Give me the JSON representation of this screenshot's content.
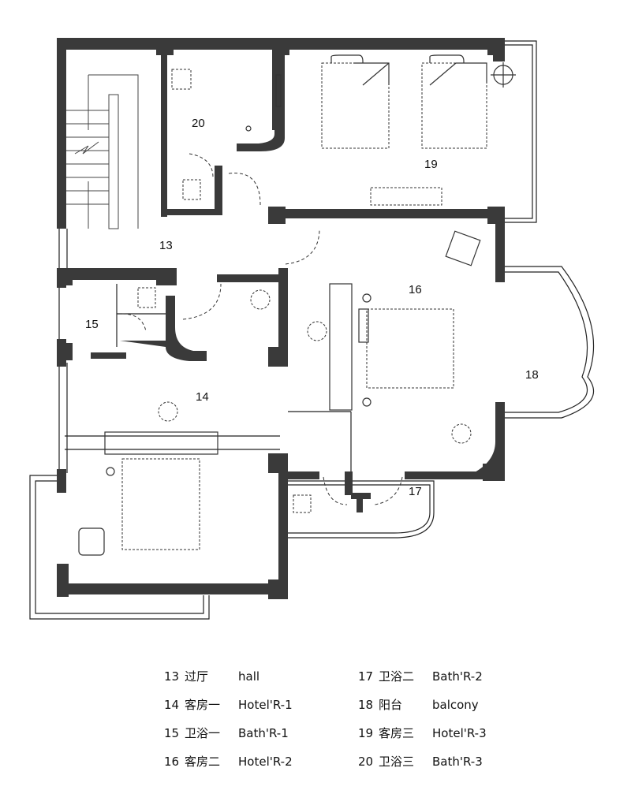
{
  "rooms": [
    {
      "id": "13",
      "zh": "过厅",
      "en": "hall"
    },
    {
      "id": "14",
      "zh": "客房一",
      "en": "Hotel'R-1"
    },
    {
      "id": "15",
      "zh": "卫浴一",
      "en": "Bath'R-1"
    },
    {
      "id": "16",
      "zh": "客房二",
      "en": "Hotel'R-2"
    },
    {
      "id": "17",
      "zh": "卫浴二",
      "en": "Bath'R-2"
    },
    {
      "id": "18",
      "zh": "阳台",
      "en": "balcony"
    },
    {
      "id": "19",
      "zh": "客房三",
      "en": "Hotel'R-3"
    },
    {
      "id": "20",
      "zh": "卫浴三",
      "en": "Bath'R-3"
    }
  ]
}
